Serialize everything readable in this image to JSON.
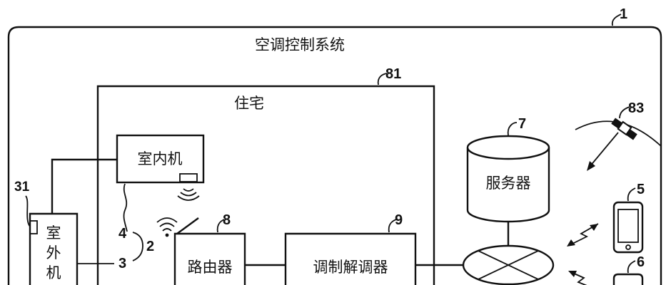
{
  "labels": {
    "system": "空调控制系统",
    "residence": "住宅",
    "indoor_unit": "室内机",
    "outdoor_unit_1": "室",
    "outdoor_unit_2": "外",
    "outdoor_unit_3": "机",
    "router": "路由器",
    "modem": "调制解调器",
    "server": "服务器"
  },
  "refs": {
    "system": "1",
    "residence": "81",
    "satellite": "83",
    "server": "7",
    "phone_1": "5",
    "phone_2": "6",
    "router": "8",
    "modem": "9",
    "outdoor_sensor": "31",
    "line_4": "4",
    "line_3": "3",
    "line_2": "2"
  }
}
